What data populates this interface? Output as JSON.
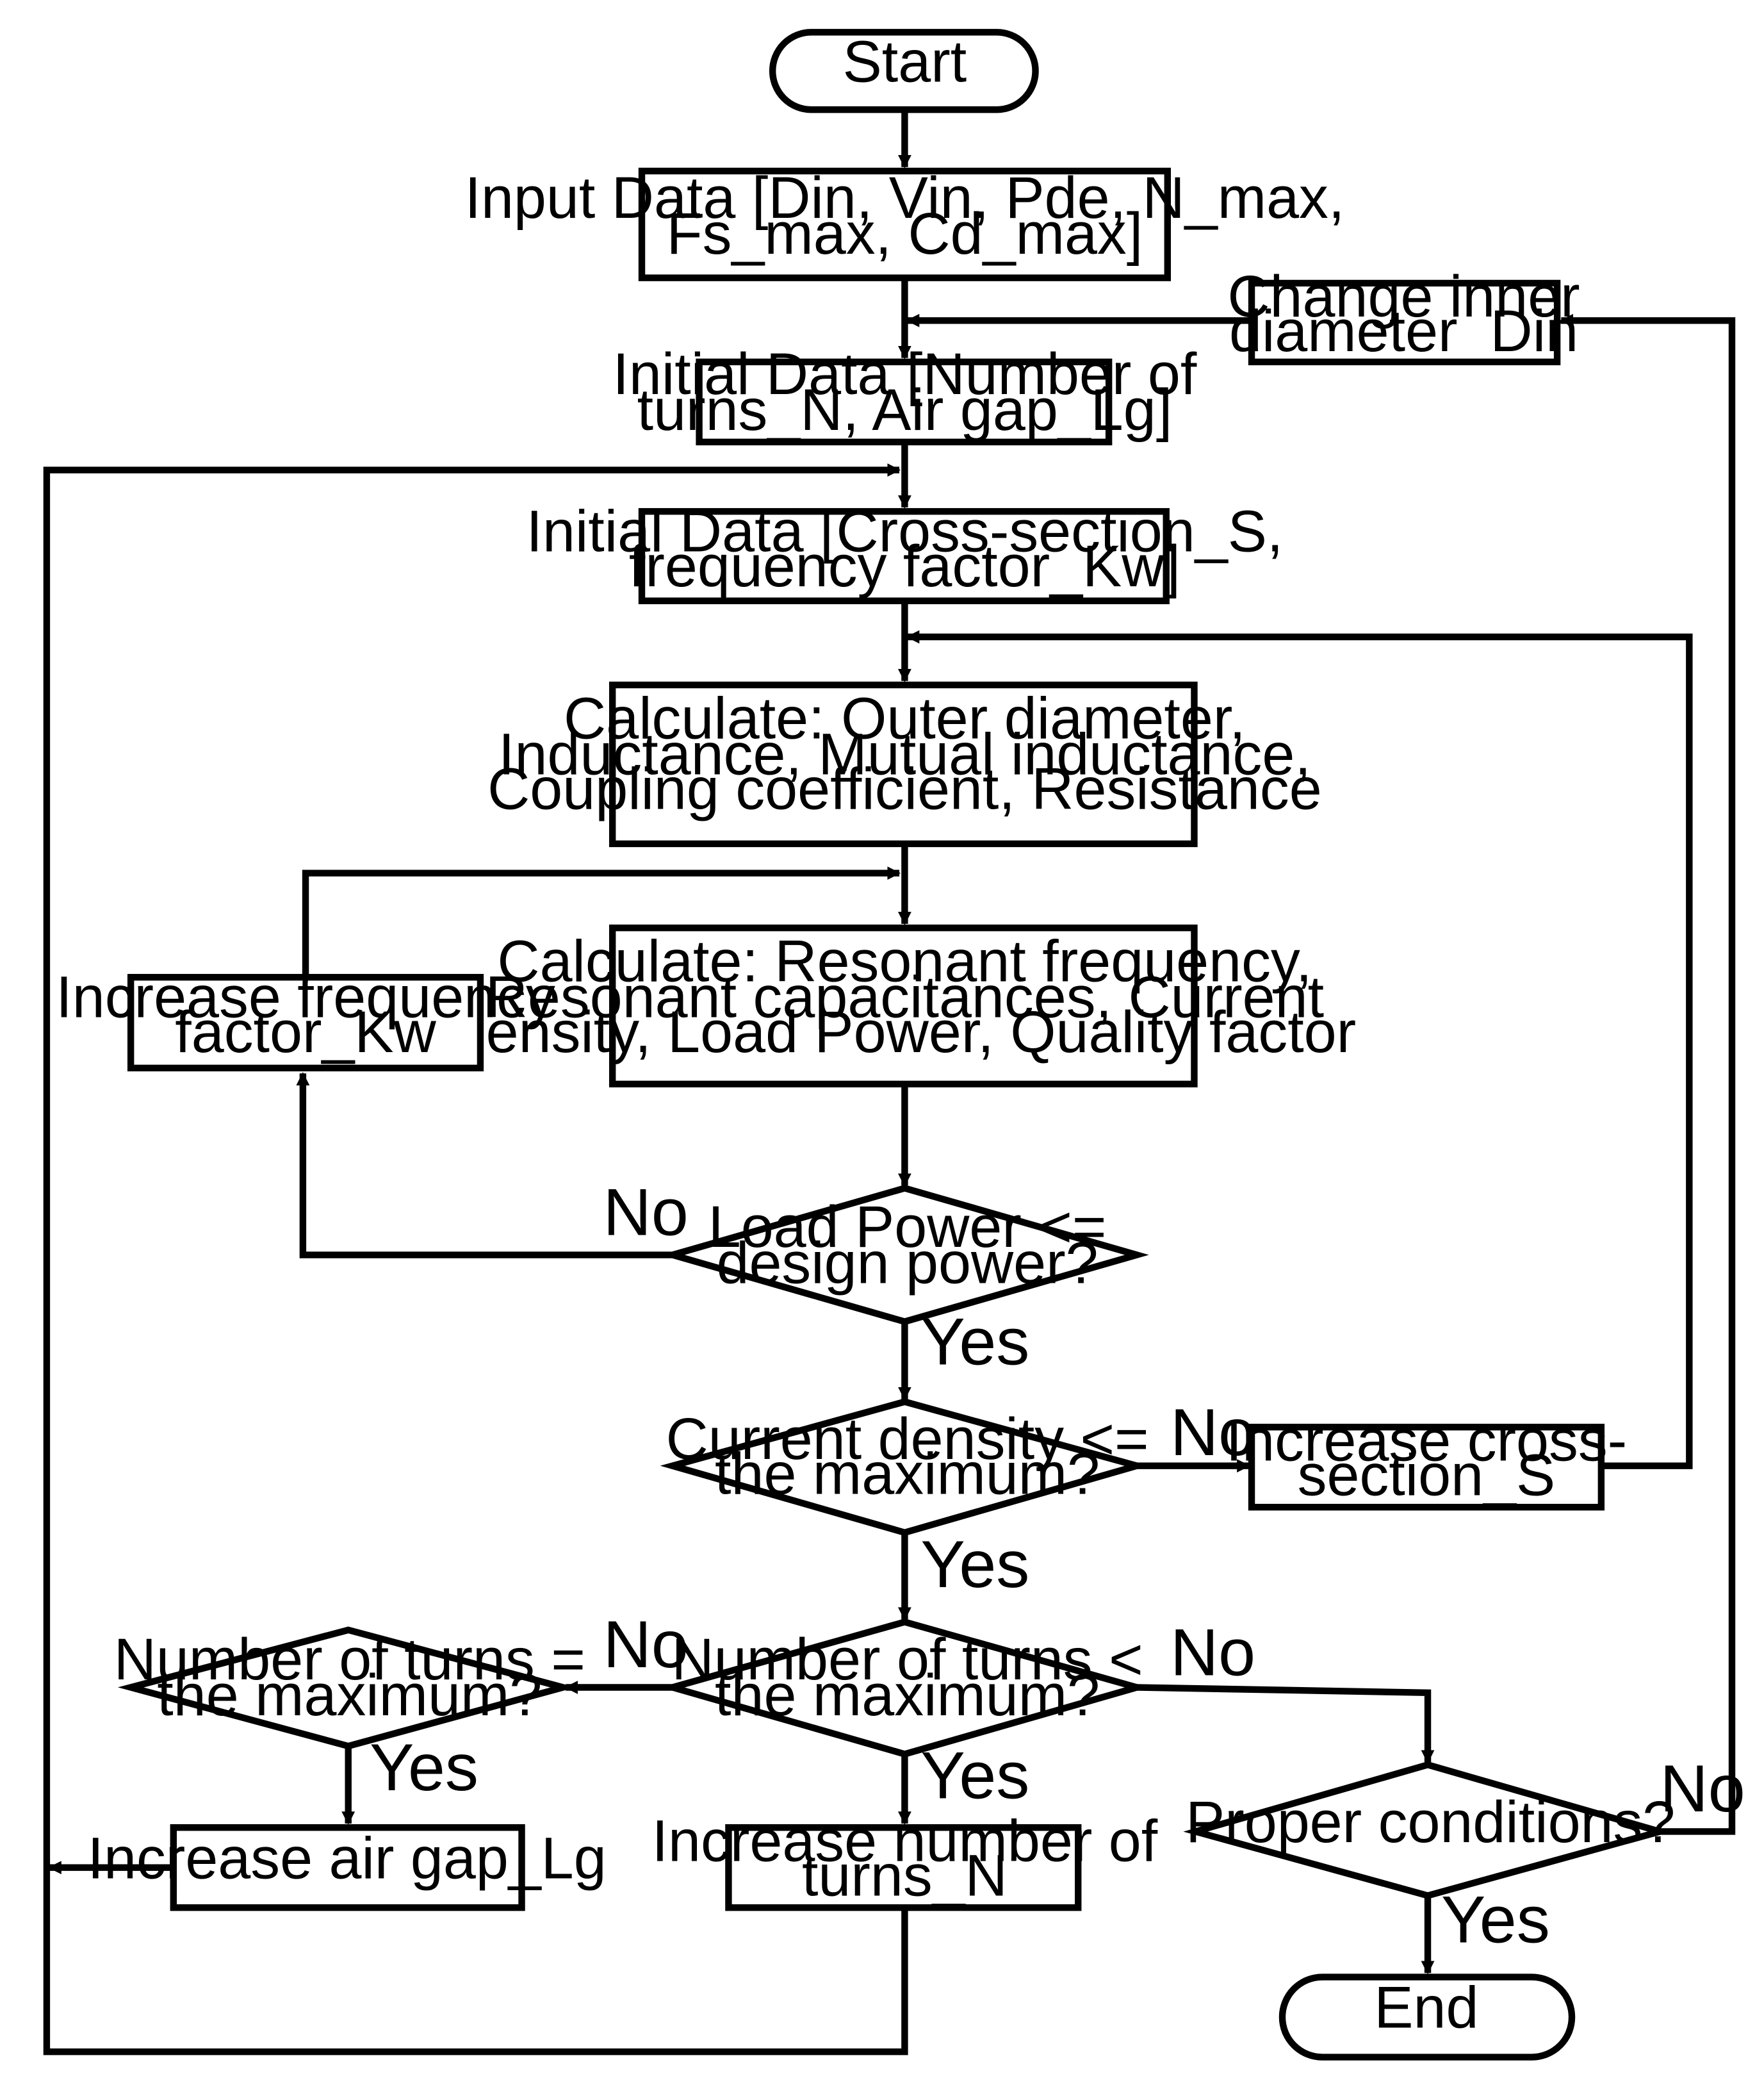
{
  "nodes": {
    "start": "Start",
    "input_data_1": "Input Data [Din, Vin, Pde, N_max,",
    "input_data_2": "Fs_max, Cd_max]",
    "change_din_1": "Change inner",
    "change_din_2": "diameter_Din",
    "init_n_1": "Initial Data [Number of",
    "init_n_2": "turns_N, Air gap_Lg]",
    "init_s_1": "Initial Data [Cross-section_S,",
    "init_s_2": "frequency factor_Kw]",
    "calc1_1": "Calculate: Outer diameter,",
    "calc1_2": "Inductance, Mutual inductance,",
    "calc1_3": "Coupling coefficient, Resistance",
    "calc2_1": "Calculate: Resonant frequency,",
    "calc2_2": "Resonant capacitances, Current",
    "calc2_3": "density, Load Power, Quality factor",
    "inc_kw_1": "Increase frequency",
    "inc_kw_2": "factor_Kw",
    "d_load_1": "Load Power <=",
    "d_load_2": "design power?",
    "d_current_1": "Current density <=",
    "d_current_2": "the maximum?",
    "inc_s_1": "Increase cross-",
    "inc_s_2": "section_S",
    "d_turns_lt_1": "Number of turns <",
    "d_turns_lt_2": "the maximum?",
    "d_turns_eq_1": "Number of turns =",
    "d_turns_eq_2": "the maximum?",
    "inc_lg": "Increase air gap_Lg",
    "inc_n_1": "Increase number of",
    "inc_n_2": "turns_N",
    "d_proper": "Proper conditions?",
    "end": "End"
  },
  "labels": {
    "yes": "Yes",
    "no": "No"
  }
}
